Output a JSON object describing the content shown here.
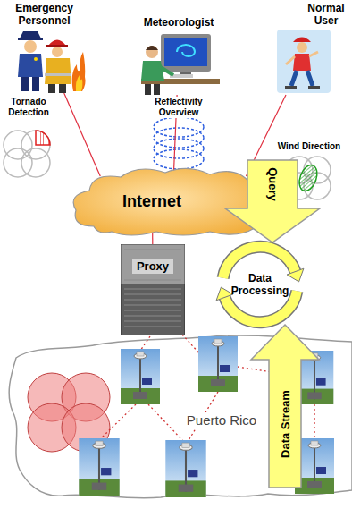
{
  "diagram": {
    "nodes": [
      {
        "text": [
          "Emergency Personnel"
        ]
      },
      {
        "text": [
          "Meteorologist"
        ]
      },
      {
        "text": [
          "Normal User"
        ]
      },
      {
        "text": [
          "Internet"
        ]
      },
      {
        "text": [
          "Query"
        ]
      },
      {
        "text": [
          "Proxy"
        ]
      },
      {
        "text": [
          "Data Processing"
        ]
      },
      {
        "text": [
          "Data Stream"
        ]
      }
    ],
    "edges": [
      {
        "from": 0,
        "to": 3,
        "arrow": "none"
      },
      {
        "from": 1,
        "to": 3,
        "arrow": "none"
      },
      {
        "from": 2,
        "to": 3,
        "arrow": "none"
      },
      {
        "from": 3,
        "to": 5,
        "arrow": "none"
      }
    ],
    "labels": [
      "Tornado Detection",
      "Reflectivity Overview",
      "Wind Direction",
      "Puerto Rico"
    ]
  }
}
